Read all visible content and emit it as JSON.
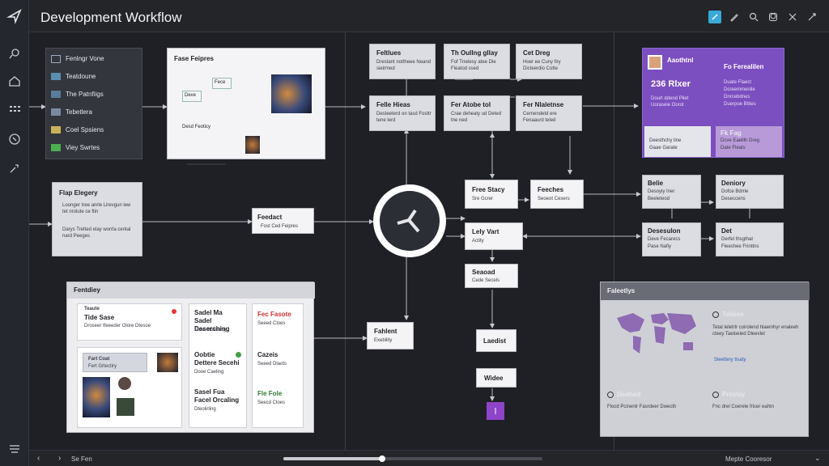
{
  "app": {
    "title": "Development Workflow"
  },
  "rail_icons": [
    "logo-icon",
    "pen-icon",
    "home-icon",
    "grid-icon",
    "compass-icon",
    "tool-icon",
    "menu-icon"
  ],
  "toolbar_icons": [
    "theme-toggle-icon",
    "edit-icon",
    "search-icon",
    "user-icon",
    "close-icon",
    "settings-icon"
  ],
  "sidebar_list": {
    "items": [
      {
        "label": "Fenlngr Vone",
        "icon": "grid-icon"
      },
      {
        "label": "Teatdoune",
        "icon": "card-icon"
      },
      {
        "label": "The Patnfiigs",
        "icon": "card-icon"
      },
      {
        "label": "Tebetlera",
        "icon": "doc-icon"
      },
      {
        "label": "Coel Spsiens",
        "icon": "note-icon"
      },
      {
        "label": "Viey Swrtes",
        "icon": "check-icon"
      }
    ]
  },
  "flow_diagram": {
    "title": "Fase Feipres",
    "labels": [
      "Deve",
      "Fece",
      "Desd Feoticy"
    ]
  },
  "flap_box": {
    "title": "Flap Elegery",
    "bullets": [
      "Loonger Iree anrle Llrevgun lew tet nrolute ce ftin",
      "Darys Tretted elay worrla cental nard Peeges"
    ]
  },
  "feedact": {
    "title": "Feedact",
    "sub": "Fost Ced Feipres"
  },
  "top_row": [
    {
      "title": "Feltlues",
      "sub": "Drestant nottheee Neand sieirmed"
    },
    {
      "title": "Th Oullng gllay",
      "sub": "Fof Trrelesy atee Dle Fleatod ssed"
    },
    {
      "title": "Cet Dreg",
      "sub": "Hoer ee Cuny firy Dicteerdio Cotte"
    }
  ],
  "mid_row": [
    {
      "title": "Felle Hieas",
      "sub": "Desteeterd on tasd Fosttr tene lerd"
    },
    {
      "title": "Fer Atobe tol",
      "sub": "Crae deheaty ud Deted tne ned"
    },
    {
      "title": "Fer Nlaletnse",
      "sub": "Cernendetd ere Fenaaurd teled"
    }
  ],
  "nodes": {
    "free_stacy": {
      "title": "Free Stacy",
      "sub": "Sre Gcrer"
    },
    "feeches": {
      "title": "Feeches",
      "sub": "Seoeot Cexers"
    },
    "lely_vart": {
      "title": "Lely Vart",
      "sub": "Actity"
    },
    "seaoad": {
      "title": "Seaoad",
      "sub": "Cede Secels"
    },
    "laedist": {
      "title": "Laedist"
    },
    "widee": {
      "title": "Widee"
    },
    "fahlent": {
      "title": "Fahlent",
      "sub": "Exebility"
    }
  },
  "profile": {
    "name": "Aaothtnl",
    "count": "236 Rlxer",
    "desc": "Dourt ddend Pliet Uoraseie Oorot",
    "right_title": "Fo Ferealilen",
    "right_lines": [
      "Duate Flaect",
      "Dcreemmenlie",
      "Dnrcebdnes",
      "Duerpoe Btites"
    ],
    "bottom_left": {
      "title": "Mede",
      "sub": "Deesthchy line",
      "sub2": "Gaae Garate"
    },
    "bottom_right": {
      "title": "Fk Fag",
      "sub": "Dcve Eaelllh Dreg",
      "sub2": "Date Fleats"
    }
  },
  "right_boxes": [
    {
      "title": "Belie",
      "sub": "Desoyiy Iner",
      "sub2": "Beeleteod"
    },
    {
      "title": "Deniory",
      "sub": "Dofce Bdrrie",
      "sub2": "Deseccens"
    },
    {
      "title": "Desesulon",
      "sub": "Deve Fecarecs",
      "sub2": "Pase Nafiy"
    },
    {
      "title": "Det",
      "sub": "Derfel Ihsgthat",
      "sub2": "Fleeshee Frinttns"
    }
  ],
  "bottom_panel": {
    "title": "Fentdiey",
    "col1": [
      {
        "title": "Teaute",
        "sub": "Tide Sase",
        "sub2": "Droseer tfeeeder Olore Dtesoe"
      },
      {
        "title": "Fart Coat",
        "sub": "Fert Grtectiry"
      }
    ],
    "col2": [
      {
        "title": "Sadel Ma",
        "sub": "Sadel Deserching",
        "sub2": "Eteel stoasiing"
      },
      {
        "title": "Oobtie",
        "sub": "Dettere Secehi",
        "sub2": "Dooe Caeling"
      },
      {
        "title": "Sasel Fua",
        "sub": "Facel Orcaling",
        "sub2": "Dteolirling"
      }
    ],
    "col3": [
      {
        "title": "Fec Fasote",
        "sub": "Seeed Cloes"
      },
      {
        "title": "Cazeis",
        "sub": "Seeed Dlaots"
      },
      {
        "title": "Fle Fole",
        "sub": "Seecd Cloes"
      }
    ]
  },
  "features": {
    "title": "Faleetlys",
    "card1": {
      "title": "Tellees",
      "sub": "Tetal Ieletrlr coirolend hlaemhyr enaleeh cteey Taeloeied Dleevlet",
      "link": "Sleettery tisaty"
    },
    "card2": {
      "title": "Dedhed",
      "sub": "Flocd Pcinenlr Fasrdeer Dwecth"
    },
    "card3": {
      "title": "Preslay",
      "sub": "Fnc drel Coerele fricer eahtn"
    },
    "colors": {
      "map": "#8e6bb3"
    }
  },
  "status": {
    "left": "Se Fen",
    "right": "Mepte Cooresor",
    "progress": 0.38
  }
}
